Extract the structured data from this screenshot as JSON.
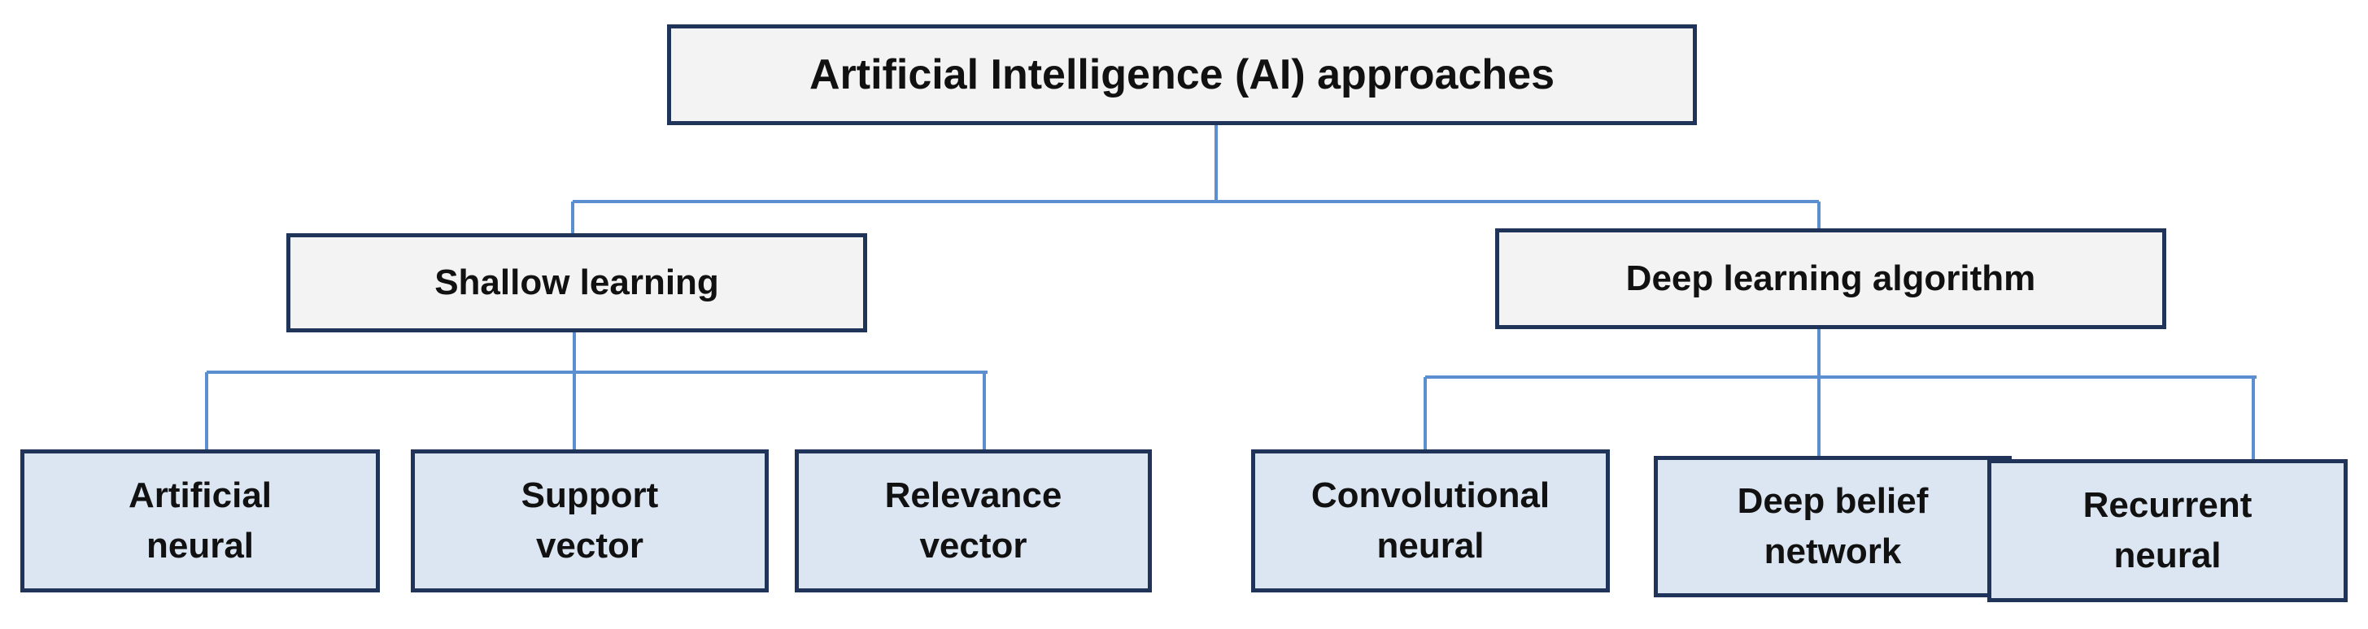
{
  "diagram": {
    "root": {
      "label": "Artificial Intelligence (AI) approaches"
    },
    "branches": [
      {
        "label": "Shallow learning",
        "children": [
          {
            "line1": "Artificial",
            "line2": "neural"
          },
          {
            "line1": "Support",
            "line2": "vector"
          },
          {
            "line1": "Relevance",
            "line2": "vector"
          }
        ]
      },
      {
        "label": "Deep learning algorithm",
        "children": [
          {
            "line1": "Convolutional",
            "line2": "neural"
          },
          {
            "line1": "Deep belief",
            "line2": "network"
          },
          {
            "line1": "Recurrent",
            "line2": "neural"
          }
        ]
      }
    ]
  },
  "colors": {
    "connector": "#5b8fd0",
    "box_border": "#1f3458",
    "header_fill": "#f3f3f3",
    "leaf_fill": "#dce6f2"
  }
}
